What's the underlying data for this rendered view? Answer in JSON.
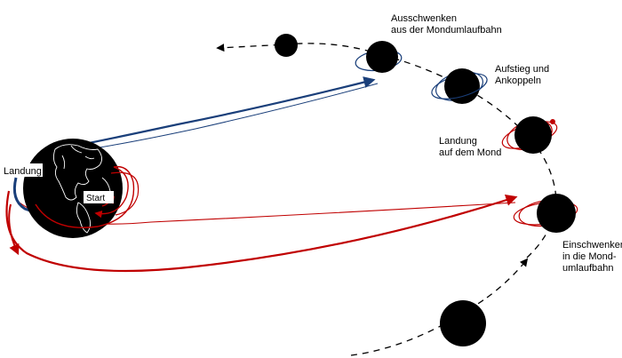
{
  "labels": {
    "ausschwenken": [
      "Ausschwenken",
      "aus der Mondumlaufbahn"
    ],
    "aufstieg": [
      "Aufstieg und",
      "Ankoppeln"
    ],
    "landung_mond": [
      "Landung",
      "auf dem Mond"
    ],
    "einschwenken": [
      "Einschwenken",
      "in die Mond-",
      "umlaufbahn"
    ],
    "landung": "Landung",
    "start": "Start"
  },
  "colors": {
    "outbound": "#c00000",
    "return": "#1a3f7a",
    "moon": "#000000",
    "earth": "#000000",
    "path": "#000000"
  },
  "icons": {
    "earth": "earth-globe-icon",
    "moon": "moon-disc-icon"
  }
}
